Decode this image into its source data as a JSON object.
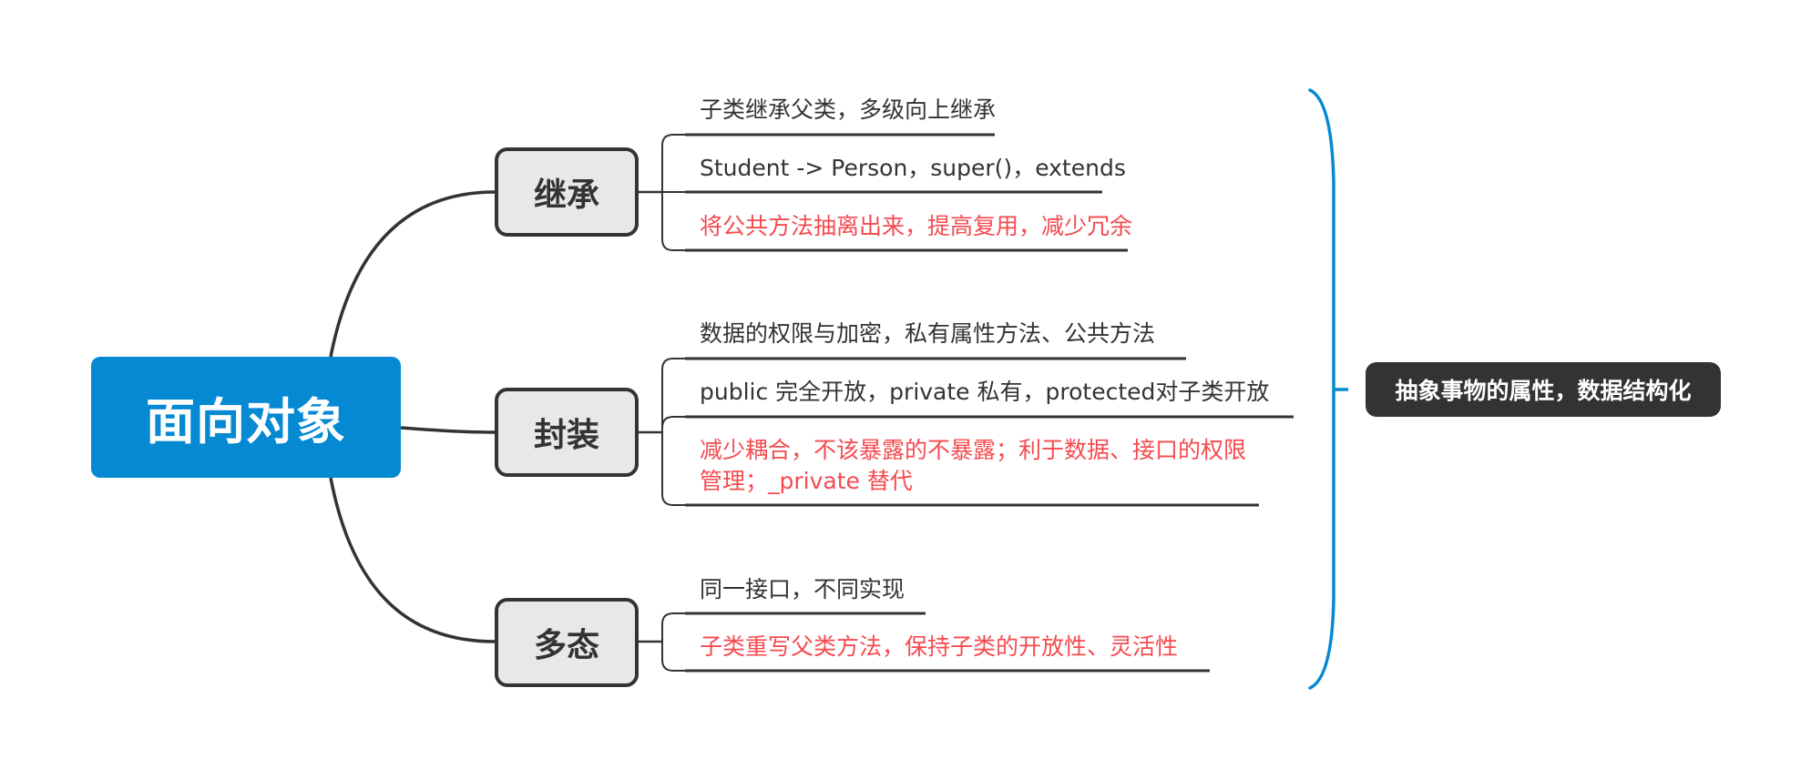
{
  "central_topic": {
    "label": "面向对象",
    "color": "#0589d3"
  },
  "branches": [
    {
      "label": "继承",
      "items": [
        {
          "text": "子类继承父类，多级向上继承",
          "color": "#333333"
        },
        {
          "text": "Student -> Person，super()，extends",
          "color": "#333333"
        },
        {
          "text": "将公共方法抽离出来，提高复用，减少冗余",
          "color": "#f54a4f"
        }
      ]
    },
    {
      "label": "封装",
      "items": [
        {
          "text": "数据的权限与加密，私有属性方法、公共方法",
          "color": "#333333"
        },
        {
          "text": "public 完全开放，private 私有，protected对子类开放",
          "color": "#333333"
        },
        {
          "text": "减少耦合，不该暴露的不暴露；利于数据、接口的权限管理；_private 替代",
          "color": "#f54a4f"
        }
      ]
    },
    {
      "label": "多态",
      "items": [
        {
          "text": "同一接口，不同实现",
          "color": "#333333"
        },
        {
          "text": "子类重写父类方法，保持子类的开放性、灵活性",
          "color": "#f54a4f"
        }
      ]
    }
  ],
  "summary": {
    "label": "抽象事物的属性，数据结构化",
    "bracket_color": "#0589d3",
    "background": "#333333"
  }
}
